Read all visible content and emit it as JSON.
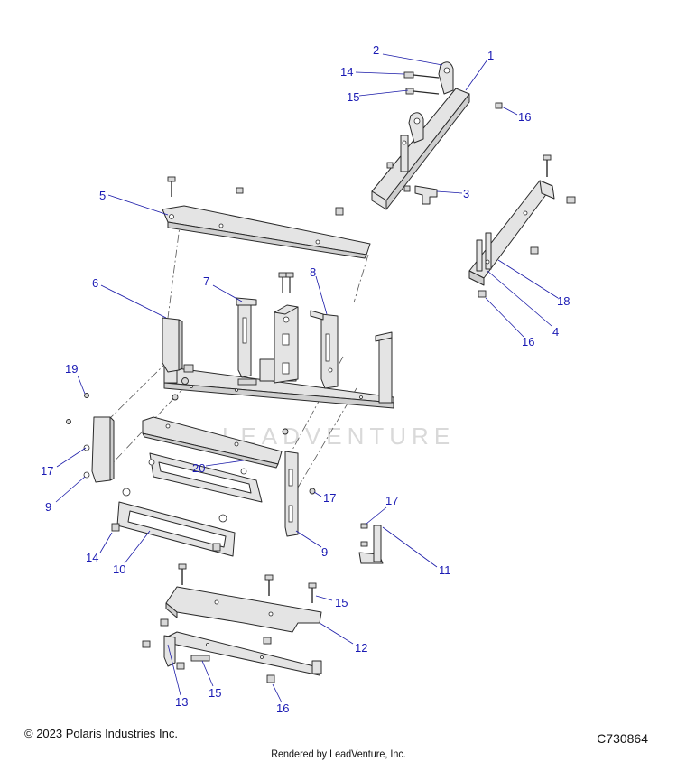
{
  "watermark": "LEADVENTURE",
  "callouts": {
    "c1": "1",
    "c2": "2",
    "c3": "3",
    "c4": "4",
    "c5": "5",
    "c6": "6",
    "c7": "7",
    "c8": "8",
    "c9a": "9",
    "c9b": "9",
    "c10": "10",
    "c11": "11",
    "c12": "12",
    "c13": "13",
    "c14a": "14",
    "c14b": "14",
    "c15a": "15",
    "c15b": "15",
    "c15c": "15",
    "c16a": "16",
    "c16b": "16",
    "c16c": "16",
    "c17a": "17",
    "c17b": "17",
    "c17c": "17",
    "c18": "18",
    "c19": "19",
    "c20": "20"
  },
  "footer": {
    "copyright": "© 2023 Polaris Industries Inc.",
    "figure_id": "C730864",
    "rendered_by": "Rendered by LeadVenture, Inc."
  }
}
